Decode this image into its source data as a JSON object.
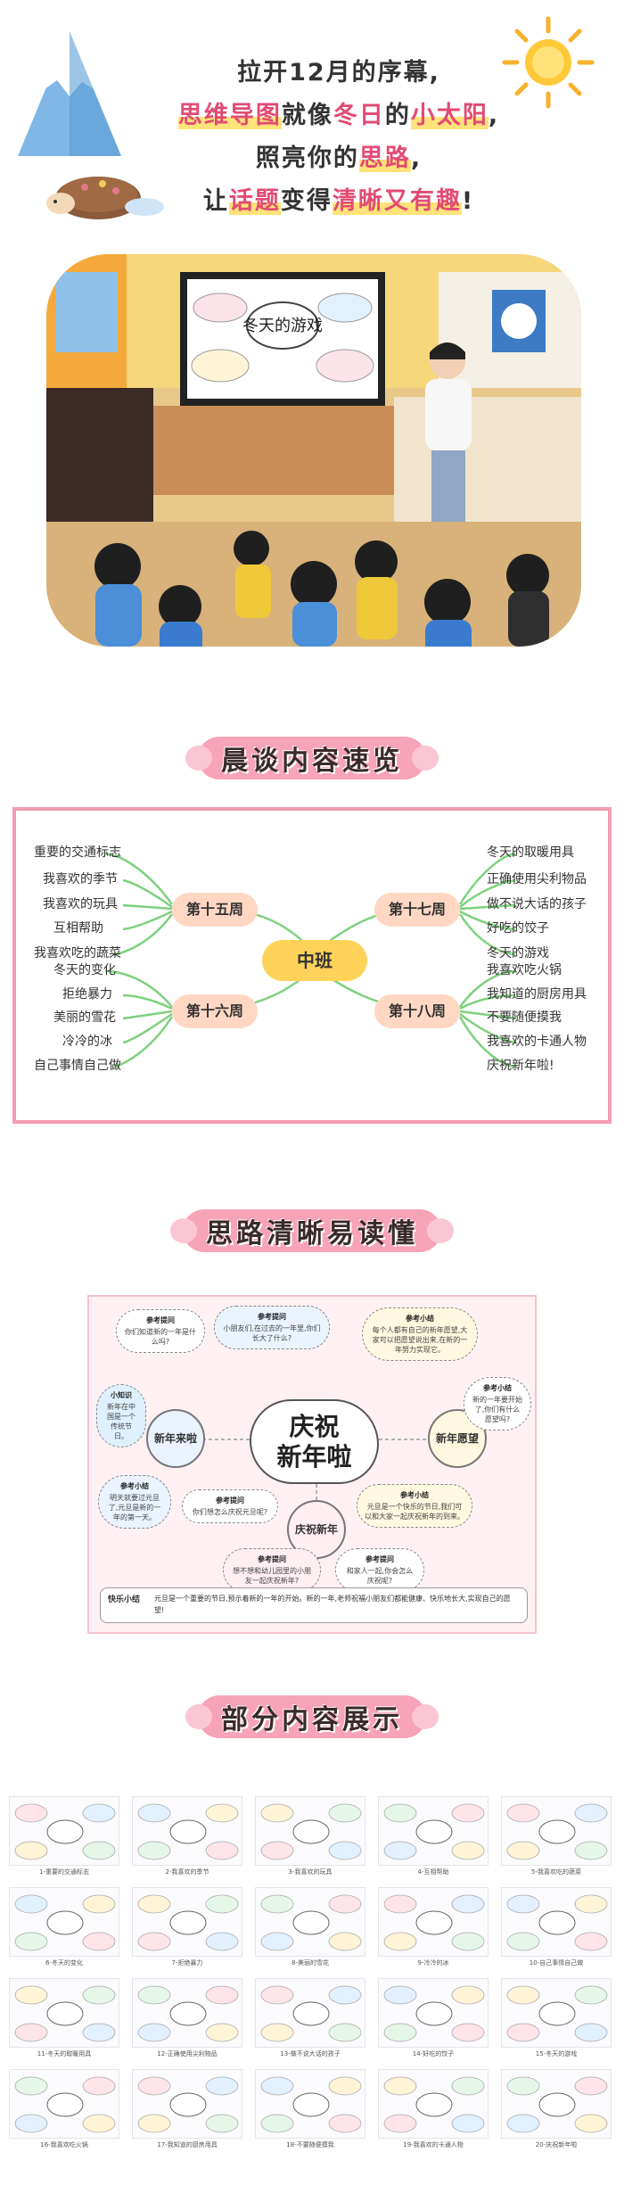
{
  "hero": {
    "line1": "拉开12月的序幕,",
    "line2_a": "思维导图",
    "line2_b": "就像",
    "line2_c": "冬日",
    "line2_d": "的",
    "line2_e": "小太阳",
    "line2_f": ",",
    "line3_a": "照亮你的",
    "line3_b": "思路",
    "line3_c": ",",
    "line4_a": "让",
    "line4_b": "话题",
    "line4_c": "变得",
    "line4_d": "清晰又有趣",
    "line4_e": "!",
    "screen_title": "冬天的游戏"
  },
  "sections": {
    "overview_title": "晨谈内容速览",
    "clarity_title": "思路清晰易读懂",
    "gallery_title": "部分内容展示"
  },
  "overview": {
    "center": "中班",
    "weeks": [
      {
        "label": "第十五周",
        "topics": [
          "重要的交通标志",
          "我喜欢的季节",
          "我喜欢的玩具",
          "互相帮助",
          "我喜欢吃的蔬菜"
        ]
      },
      {
        "label": "第十六周",
        "topics": [
          "冬天的变化",
          "拒绝暴力",
          "美丽的雪花",
          "冷冷的冰",
          "自己事情自己做"
        ]
      },
      {
        "label": "第十七周",
        "topics": [
          "冬天的取暖用具",
          "正确使用尖利物品",
          "做不说大话的孩子",
          "好吃的饺子",
          "冬天的游戏"
        ]
      },
      {
        "label": "第十八周",
        "topics": [
          "我喜欢吃火锅",
          "我知道的厨房用具",
          "不要随便摸我",
          "我喜欢的卡通人物",
          "庆祝新年啦!"
        ]
      }
    ]
  },
  "featured": {
    "title_line1": "庆祝",
    "title_line2": "新年啦",
    "circle_left": "新年来啦",
    "circle_right": "新年愿望",
    "circle_bottom": "庆祝新年",
    "tag_question": "参考提问",
    "tag_answer": "参考小结",
    "tag_knowledge": "小知识",
    "bubble1": "你们知道新的一年是什么吗?",
    "bubble2": "小朋友们,在过去的一年里,你们长大了什么?",
    "bubble3": "每个人都有自己的新年愿望,大家可以把愿望说出来,在新的一年努力实现它。",
    "bubble4": "新的一年要开始了,你们有什么愿望吗?",
    "bubble5": "新年在中国是一个传统节日。",
    "bubble6": "明天就要过元旦了,元旦是新的一年的第一天。",
    "bubble7": "你们想怎么庆祝元旦呢?",
    "bubble8": "元旦是一个快乐的节日,我们可以和大家一起庆祝新年的到来。",
    "bubble9": "想不想和幼儿园里的小朋友一起庆祝新年?",
    "bubble10": "和家人一起,你会怎么庆祝呢?",
    "footer_label": "快乐小结",
    "footer_text": "元旦是一个重要的节日,预示着新的一年的开始。新的一年,老师祝福小朋友们都能健康、快乐地长大,实现自己的愿望!"
  },
  "gallery": {
    "captions": [
      "1-重要的交通标志",
      "2-我喜欢的季节",
      "3-我喜欢的玩具",
      "4-互相帮助",
      "5-我喜欢吃的蔬菜",
      "6-冬天的变化",
      "7-拒绝暴力",
      "8-美丽的雪花",
      "9-冷冷的冰",
      "10-自己事情自己做",
      "11-冬天的取暖用具",
      "12-正确使用尖利物品",
      "13-做不说大话的孩子",
      "14-好吃的饺子",
      "15-冬天的游戏",
      "16-我喜欢吃火锅",
      "17-我知道的厨房用具",
      "18-不要随便摸我",
      "19-我喜欢的卡通人物",
      "20-庆祝新年啦"
    ]
  }
}
